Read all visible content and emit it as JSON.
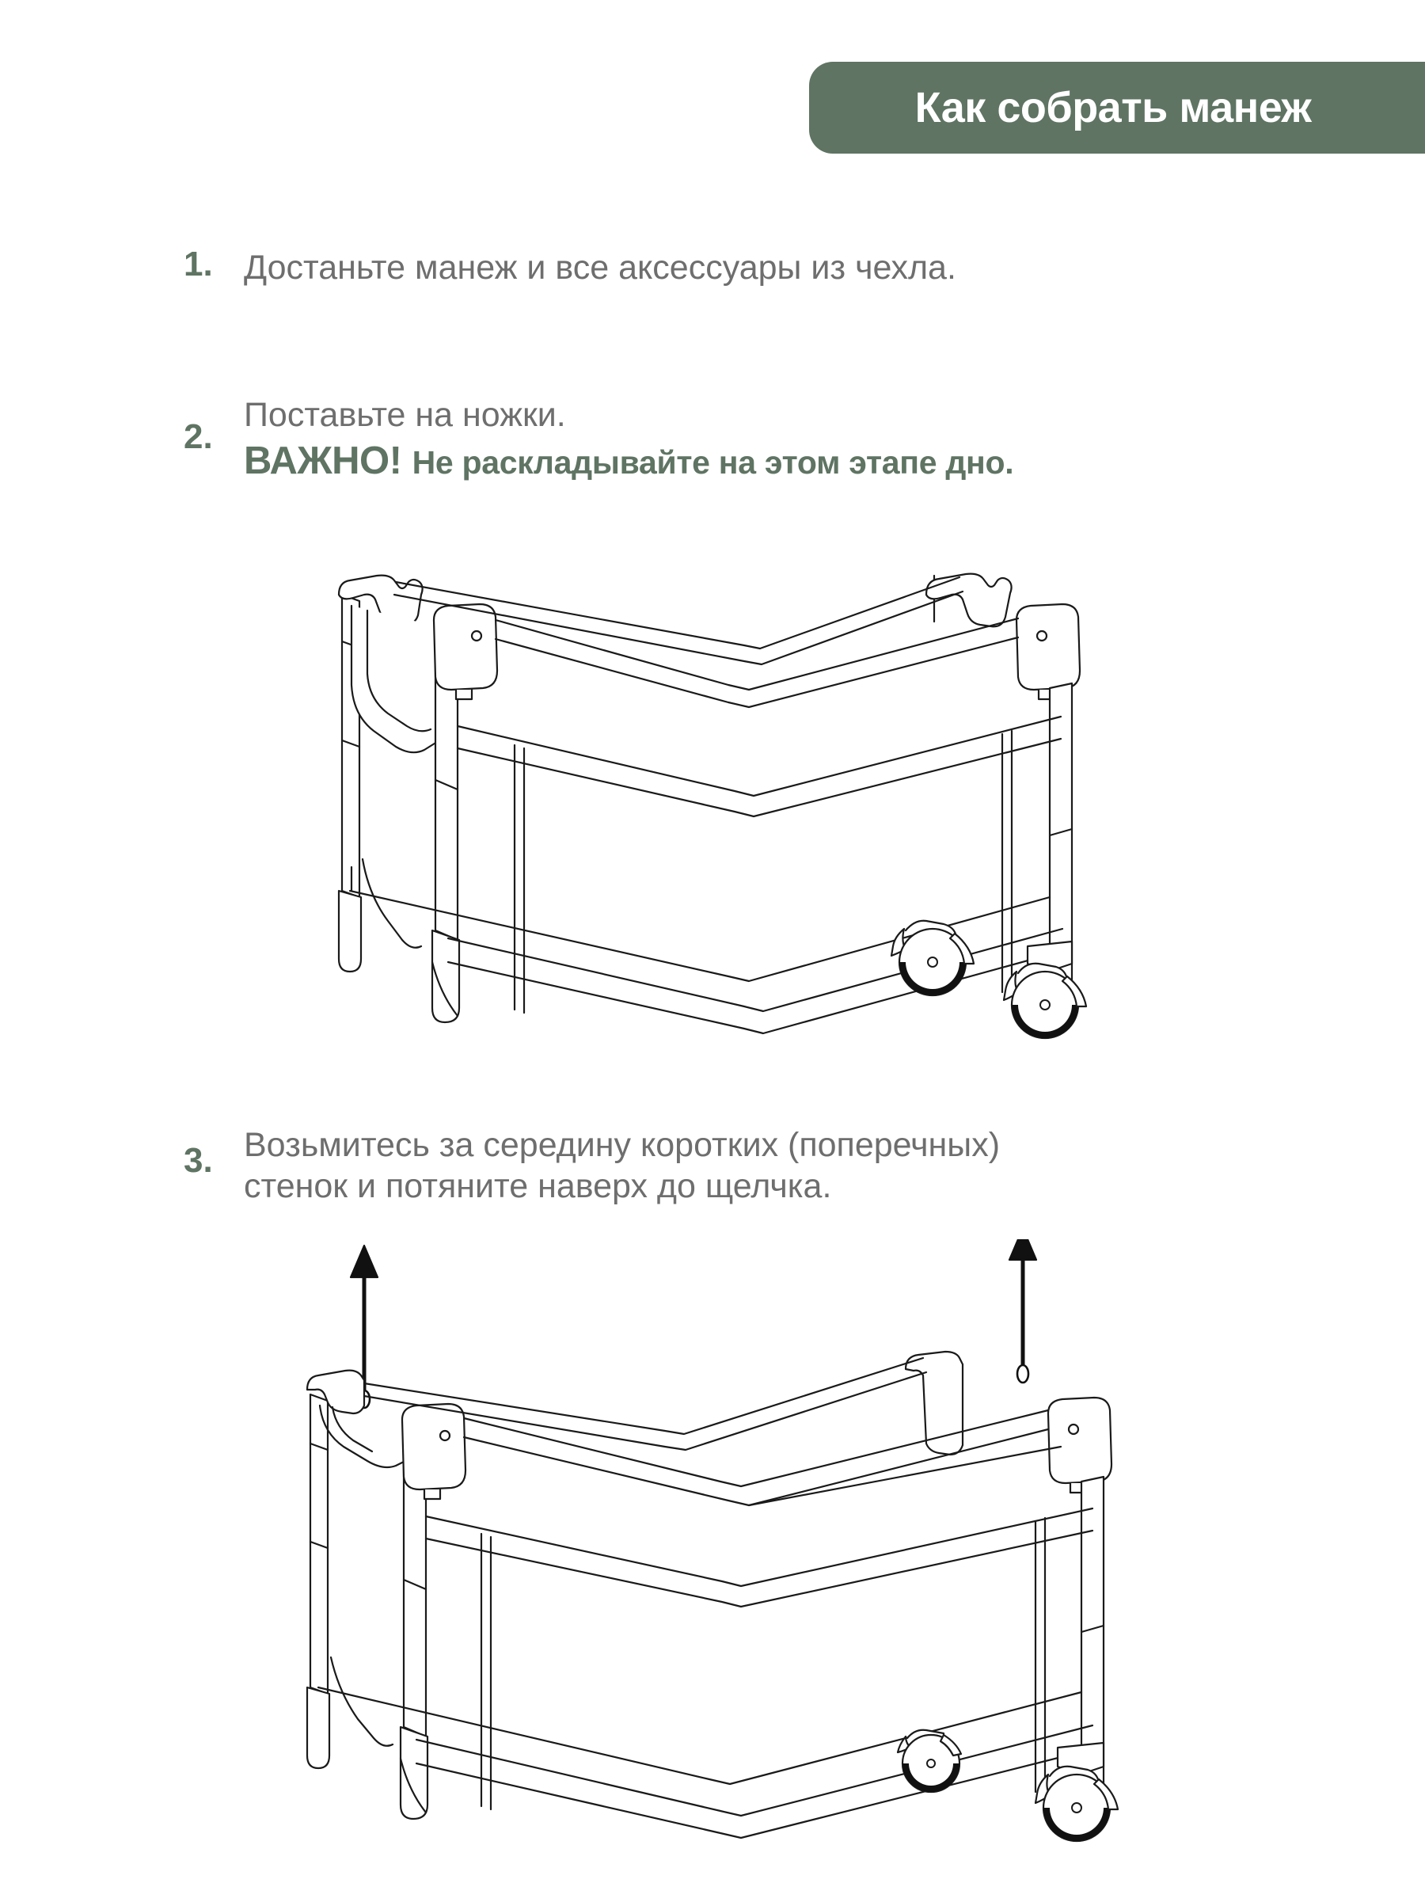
{
  "header": {
    "title": "Как собрать манеж",
    "background_color": "#5f7463",
    "text_color": "#ffffff"
  },
  "accent_color": "#5f7463",
  "body_text_color": "#6e6e6e",
  "steps": [
    {
      "number": "1.",
      "lines": [
        "Достаньте манеж и все аксессуары из чехла."
      ]
    },
    {
      "number": "2.",
      "lines": [
        "Поставьте на ножки."
      ],
      "important": {
        "label": "ВАЖНО!",
        "text": "Не раскладывайте на этом этапе дно."
      }
    },
    {
      "number": "3.",
      "lines": [
        "Возьмитесь за середину коротких (поперечных)",
        "стенок и потяните наверх до щелчка."
      ]
    }
  ],
  "illustrations": [
    {
      "name": "playpen-frame-folded",
      "caption_step": "2.",
      "stroke_color": "#1a1a1a",
      "fill_color": "#ffffff",
      "features": [
        "corner-hub",
        "caster-wheel",
        "caster-wheel",
        "folded-side-rail",
        "leg"
      ]
    },
    {
      "name": "playpen-frame-pulling-up",
      "caption_step": "3.",
      "stroke_color": "#1a1a1a",
      "fill_color": "#ffffff",
      "arrows": 2,
      "arrow_direction": "up",
      "features": [
        "corner-hub",
        "caster-wheel",
        "caster-wheel",
        "folded-side-rail",
        "leg",
        "up-arrow",
        "up-arrow"
      ]
    }
  ]
}
